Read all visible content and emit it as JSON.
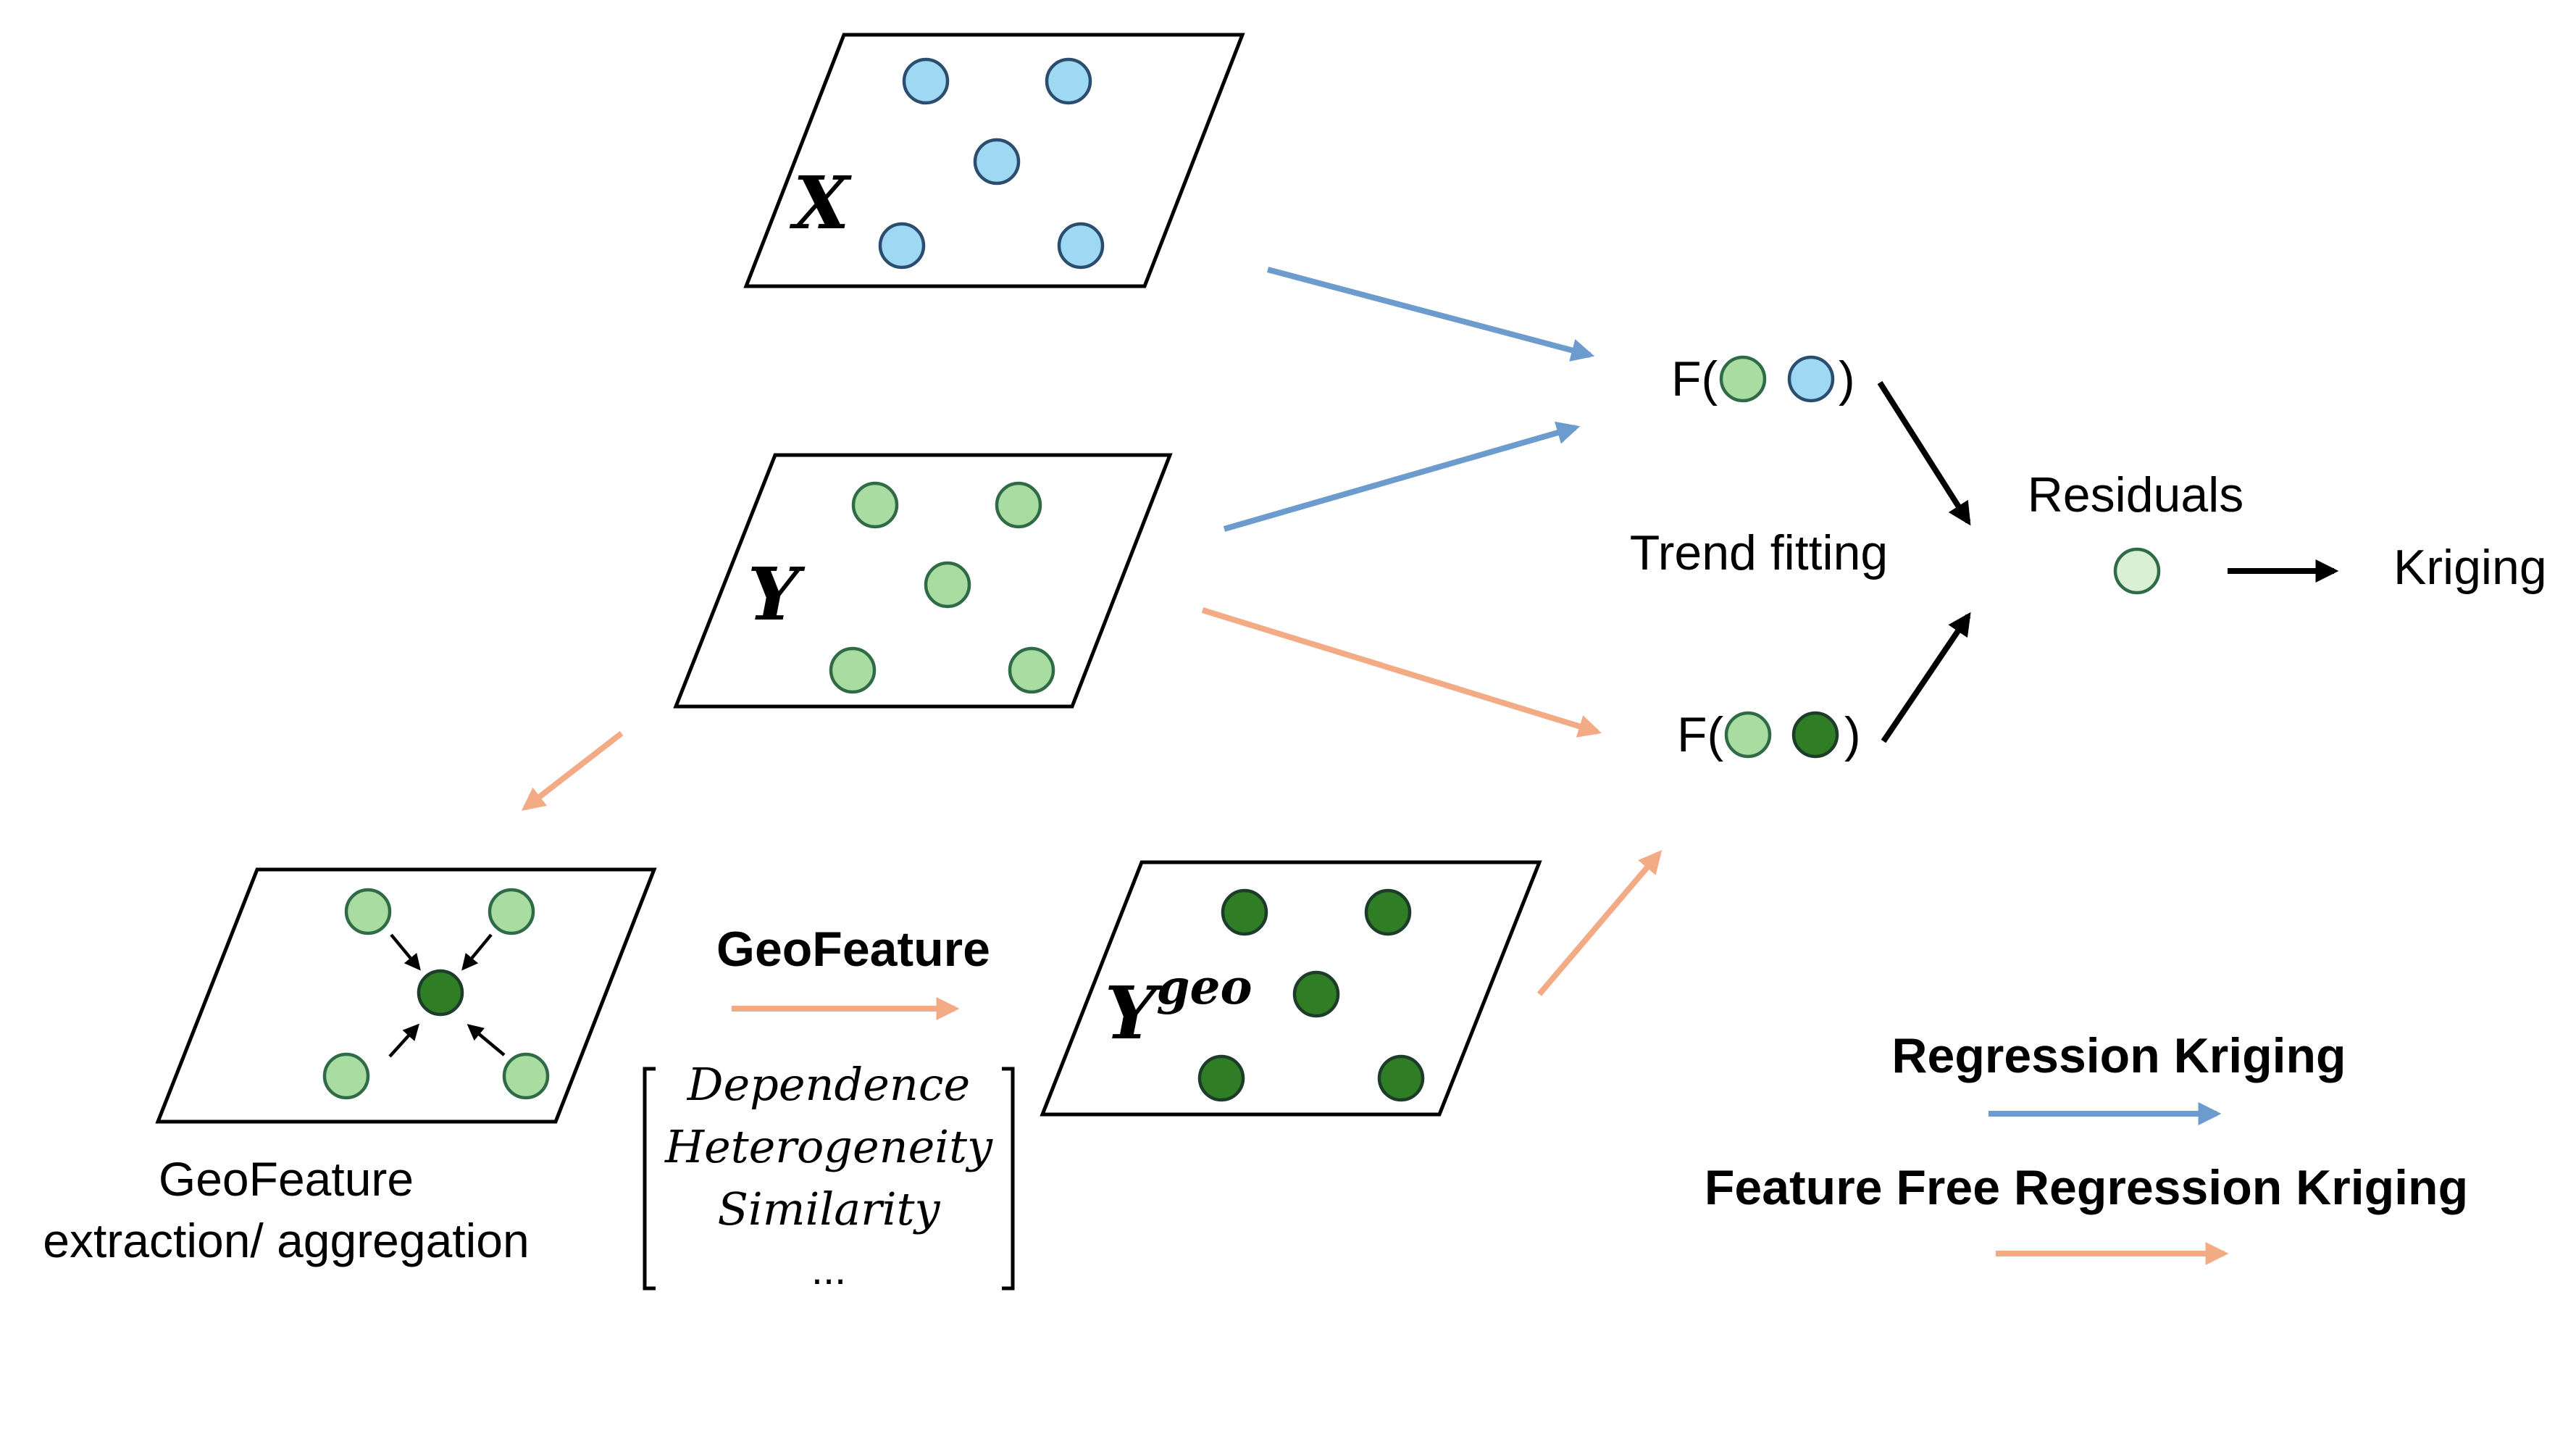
{
  "planes": {
    "x_label": "X",
    "y_label": "Y",
    "ygeo_label": "Y",
    "ygeo_superscript": "geo"
  },
  "trend": {
    "f_top_prefix": "F(",
    "f_top_suffix": ")",
    "f_bottom_prefix": "F(",
    "f_bottom_suffix": ")",
    "label": "Trend fitting"
  },
  "residuals_label": "Residuals",
  "kriging_label": "Kriging",
  "geofeature": {
    "title": "GeoFeature",
    "items": [
      "Dependence",
      "Heterogeneity",
      "Similarity",
      "..."
    ],
    "caption_line1": "GeoFeature",
    "caption_line2": "extraction/ aggregation"
  },
  "legend": {
    "rk_label": "Regression Kriging",
    "ffrk_label": "Feature Free Regression Kriging"
  },
  "colors": {
    "regression_kriging_arrow": "#6c9bcd",
    "feature_free_arrow": "#f3ab86",
    "x_points": "#9ed8f2",
    "y_points": "#a9dca0",
    "ygeo_points": "#2f7d24",
    "residual_point": "#d9f0d5"
  },
  "icons": {
    "x_points": "blue-circle",
    "y_points": "light-green-circle",
    "ygeo_points": "dark-green-circle",
    "residual_point": "pale-green-circle"
  }
}
